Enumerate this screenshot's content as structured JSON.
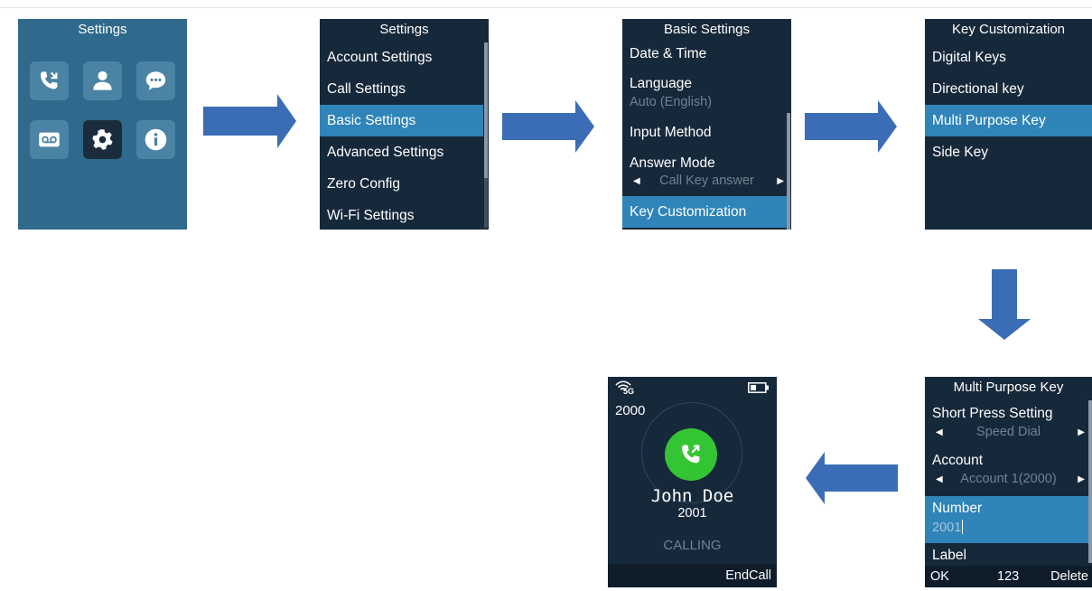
{
  "screen1": {
    "title": "Settings",
    "icons": [
      "call-history-icon",
      "contacts-icon",
      "messages-icon",
      "voicemail-icon",
      "gear-icon",
      "info-icon"
    ]
  },
  "screen2": {
    "title": "Settings",
    "items": [
      "Account Settings",
      "Call Settings",
      "Basic Settings",
      "Advanced Settings",
      "Zero Config",
      "Wi-Fi Settings"
    ],
    "selected_index": 2
  },
  "screen3": {
    "title": "Basic Settings",
    "date_time": "Date & Time",
    "language_label": "Language",
    "language_value": "Auto (English)",
    "input_method": "Input Method",
    "answer_mode_label": "Answer Mode",
    "answer_mode_value": "Call Key answer",
    "key_customization": "Key Customization"
  },
  "screen4": {
    "title": "Key Customization",
    "items": [
      "Digital Keys",
      "Directional key",
      "Multi Purpose Key",
      "Side Key"
    ],
    "selected_index": 2
  },
  "screen5": {
    "title": "Multi Purpose Key",
    "short_press_label": "Short Press Setting",
    "short_press_value": "Speed Dial",
    "account_label": "Account",
    "account_value": "Account 1(2000)",
    "number_label": "Number",
    "number_value": "2001",
    "label_label": "Label",
    "softkeys": {
      "left": "OK",
      "middle": "123",
      "right": "Delete"
    }
  },
  "screen6": {
    "own_number": "2000",
    "network": "5G",
    "callee_name": "John Doe",
    "callee_number": "2001",
    "status": "CALLING",
    "softkey_right": "EndCall"
  },
  "colors": {
    "screen_bg": "#16293b",
    "highlight": "#2f84b9",
    "home_bg": "#2f6a8c",
    "flow_arrow": "#3b6db6",
    "call_green": "#34c534"
  }
}
